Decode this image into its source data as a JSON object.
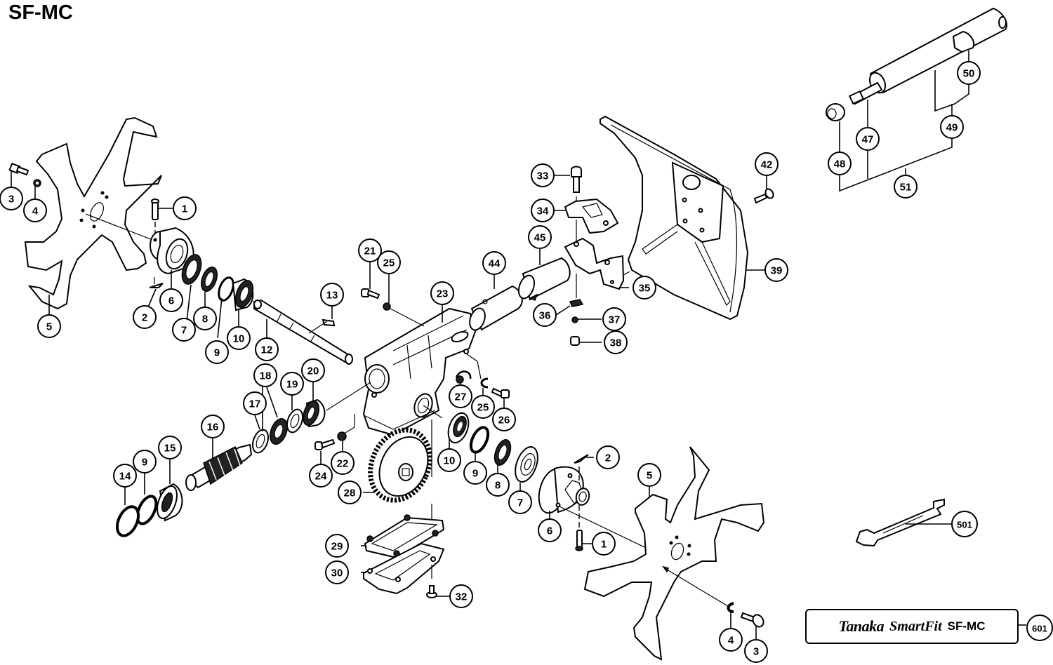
{
  "title": "SF-MC",
  "label_plate": {
    "brand": "Tanaka",
    "product_line": "SmartFit",
    "model": "SF-MC"
  },
  "callouts": [
    {
      "id": "c1a",
      "label": "1",
      "part": "clevis pin (left hub)"
    },
    {
      "id": "c2a",
      "label": "2",
      "part": "hairpin clip (left hub)"
    },
    {
      "id": "c3a",
      "label": "3",
      "part": "bolt (left tine)"
    },
    {
      "id": "c4a",
      "label": "4",
      "part": "washer (left tine)"
    },
    {
      "id": "c5a",
      "label": "5",
      "part": "tine (left)"
    },
    {
      "id": "c6a",
      "label": "6",
      "part": "hub (left)"
    },
    {
      "id": "c7a",
      "label": "7",
      "part": "oil seal (left)"
    },
    {
      "id": "c8a",
      "label": "8",
      "part": "bearing (left)"
    },
    {
      "id": "c9a",
      "label": "9",
      "part": "snap ring (left)"
    },
    {
      "id": "c10a",
      "label": "10",
      "part": "bearing (left)"
    },
    {
      "id": "c12",
      "label": "12",
      "part": "shaft"
    },
    {
      "id": "c13",
      "label": "13",
      "part": "key"
    },
    {
      "id": "c14",
      "label": "14",
      "part": "cap"
    },
    {
      "id": "c9b",
      "label": "9",
      "part": "snap ring (worm)"
    },
    {
      "id": "c15",
      "label": "15",
      "part": "bearing (worm)"
    },
    {
      "id": "c16",
      "label": "16",
      "part": "worm shaft"
    },
    {
      "id": "c17",
      "label": "17",
      "part": "washer"
    },
    {
      "id": "c18",
      "label": "18",
      "part": "thrust bearing"
    },
    {
      "id": "c19",
      "label": "19",
      "part": "washer"
    },
    {
      "id": "c20",
      "label": "20",
      "part": "bearing"
    },
    {
      "id": "c21",
      "label": "21",
      "part": "bolt"
    },
    {
      "id": "c25a",
      "label": "25",
      "part": "nut"
    },
    {
      "id": "c23",
      "label": "23",
      "part": "gear case"
    },
    {
      "id": "c22",
      "label": "22",
      "part": "nut"
    },
    {
      "id": "c24",
      "label": "24",
      "part": "bolt"
    },
    {
      "id": "c27",
      "label": "27",
      "part": "clamp"
    },
    {
      "id": "c25b",
      "label": "25",
      "part": "nut"
    },
    {
      "id": "c26",
      "label": "26",
      "part": "bolt"
    },
    {
      "id": "c28",
      "label": "28",
      "part": "worm gear"
    },
    {
      "id": "c10b",
      "label": "10",
      "part": "bearing (right)"
    },
    {
      "id": "c9c",
      "label": "9",
      "part": "snap ring (right)"
    },
    {
      "id": "c8b",
      "label": "8",
      "part": "bearing (right)"
    },
    {
      "id": "c7b",
      "label": "7",
      "part": "oil seal (right)"
    },
    {
      "id": "c6b",
      "label": "6",
      "part": "hub (right)"
    },
    {
      "id": "c2b",
      "label": "2",
      "part": "hairpin clip (right hub)"
    },
    {
      "id": "c1b",
      "label": "1",
      "part": "clevis pin (right hub)"
    },
    {
      "id": "c5b",
      "label": "5",
      "part": "tine (right)"
    },
    {
      "id": "c4b",
      "label": "4",
      "part": "washer (right tine)"
    },
    {
      "id": "c3b",
      "label": "3",
      "part": "bolt (right tine)"
    },
    {
      "id": "c29",
      "label": "29",
      "part": "gasket"
    },
    {
      "id": "c30",
      "label": "30",
      "part": "cover"
    },
    {
      "id": "c32",
      "label": "32",
      "part": "screw"
    },
    {
      "id": "c44",
      "label": "44",
      "part": "spacer tube"
    },
    {
      "id": "c45",
      "label": "45",
      "part": "sleeve"
    },
    {
      "id": "c33",
      "label": "33",
      "part": "bolt"
    },
    {
      "id": "c34",
      "label": "34",
      "part": "clamp upper"
    },
    {
      "id": "c35",
      "label": "35",
      "part": "clamp bracket"
    },
    {
      "id": "c36",
      "label": "36",
      "part": "nut"
    },
    {
      "id": "c37",
      "label": "37",
      "part": "washer"
    },
    {
      "id": "c38",
      "label": "38",
      "part": "nut"
    },
    {
      "id": "c39",
      "label": "39",
      "part": "guard"
    },
    {
      "id": "c42",
      "label": "42",
      "part": "screw"
    },
    {
      "id": "c47",
      "label": "47",
      "part": "drive shaft"
    },
    {
      "id": "c48",
      "label": "48",
      "part": "cap"
    },
    {
      "id": "c49",
      "label": "49",
      "part": "pipe"
    },
    {
      "id": "c50",
      "label": "50",
      "part": "knob"
    },
    {
      "id": "c51",
      "label": "51",
      "part": "pipe assy"
    },
    {
      "id": "c501",
      "label": "501",
      "part": "wrench"
    },
    {
      "id": "c601",
      "label": "601",
      "part": "label"
    }
  ]
}
